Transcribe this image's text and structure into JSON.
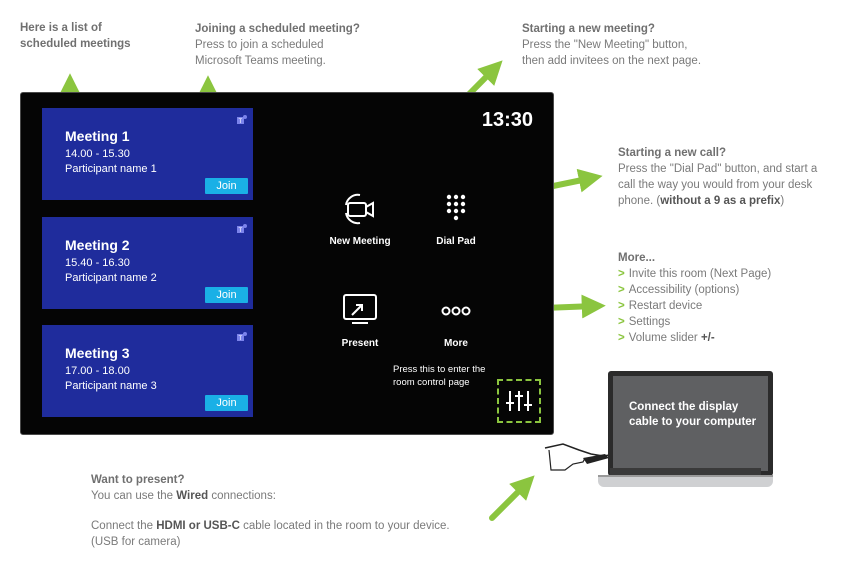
{
  "annotations": {
    "schedule_list": {
      "line1": "Here is a list of",
      "line2": "scheduled meetings"
    },
    "join_meeting": {
      "heading": "Joining a scheduled meeting?",
      "line1": "Press to join a scheduled",
      "line2": "Microsoft Teams meeting."
    },
    "new_meeting": {
      "heading": "Starting a new meeting?",
      "line1": "Press the \"New Meeting\" button,",
      "line2": "then add invitees on the next page."
    },
    "new_call": {
      "heading": "Starting a new call?",
      "line1": "Press the \"Dial Pad\" button, and start a",
      "line2": "call the way you would from your desk",
      "line3_plain": "phone. (",
      "line3_bold": "without a 9 as a prefix",
      "line3_end": ")"
    },
    "more": {
      "heading": "More...",
      "marker": ">",
      "items": [
        "Invite this room (Next Page)",
        "Accessibility (options)",
        "Restart device",
        "Settings",
        "Volume slider"
      ],
      "volume_suffix": "+/-"
    },
    "present": {
      "heading": "Want to present?",
      "line1_plain": "You can use the ",
      "line1_bold": "Wired",
      "line1_end": " connections:",
      "line2_plain1": "Connect the ",
      "line2_bold": "HDMI or USB-C",
      "line2_plain2": " cable located in the room to your device.",
      "line3": "(USB for camera)"
    }
  },
  "screen": {
    "clock": "13:30",
    "meetings": [
      {
        "title": "Meeting 1",
        "time": "14.00 - 15.30",
        "participant": "Participant name 1",
        "join": "Join"
      },
      {
        "title": "Meeting 2",
        "time": "15.40 - 16.30",
        "participant": "Participant name 2",
        "join": "Join"
      },
      {
        "title": "Meeting 3",
        "time": "17.00 - 18.00",
        "participant": "Participant name 3",
        "join": "Join"
      }
    ],
    "tiles": {
      "new_meeting": "New Meeting",
      "dial_pad": "Dial Pad",
      "present": "Present",
      "more": "More"
    },
    "room_control_hint": "Press this to enter the room control page"
  },
  "laptop": {
    "screen_text": "Connect the display cable to your computer"
  },
  "colors": {
    "accent_green": "#8bc53f",
    "meeting_card": "#1f2c9c",
    "join_button": "#1ab0e6",
    "screen_bg": "#050505"
  }
}
